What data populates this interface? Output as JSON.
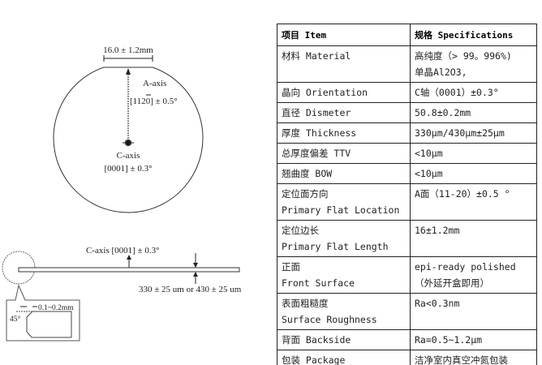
{
  "diagram": {
    "flat_length_label": "16.0 ± 1.2mm",
    "a_axis_label": "A-axis",
    "a_axis_index": "[1120] ± 0.5°",
    "c_axis_label": "C-axis",
    "c_axis_index": "[0001] ±  0.3°",
    "side_c_axis": "C-axis [0001] ±  0.3°",
    "thickness_label": "330 ± 25 um  or  430 ± 25 um",
    "edge_chamfer": "0.1~0.2mm",
    "chamfer_angle": "45°"
  },
  "table": {
    "headers": [
      "项目 Item",
      "规格 Specifications"
    ],
    "rows": [
      {
        "item": [
          "材料 Material"
        ],
        "spec": [
          "高纯度（> 99。996%)",
          "单晶Al2O3,"
        ]
      },
      {
        "item": [
          "晶向 Orientation"
        ],
        "spec": [
          "C轴（0001）±0.3°"
        ]
      },
      {
        "item": [
          "直径 Dismeter"
        ],
        "spec": [
          "50.8±0.2mm"
        ]
      },
      {
        "item": [
          "厚度 Thickness"
        ],
        "spec": [
          "330μm/430μm±25μm"
        ]
      },
      {
        "item": [
          "总厚度偏差 TTV"
        ],
        "spec": [
          "<10μm"
        ]
      },
      {
        "item": [
          "翘曲度     BOW"
        ],
        "spec": [
          "<10μm"
        ]
      },
      {
        "item": [
          "定位面方向",
          "Primary Flat Location"
        ],
        "spec": [
          "A面（11-20）±0.5 °"
        ]
      },
      {
        "item": [
          "定位边长",
          "Primary Flat Length"
        ],
        "spec": [
          "16±1.2mm"
        ]
      },
      {
        "item": [
          "正面",
          "Front Surface"
        ],
        "spec": [
          "epi-ready polished",
          "（外延开盒即用）"
        ]
      },
      {
        "item": [
          "表面粗糙度",
          "Surface Roughness"
        ],
        "spec": [
          "Ra<0.3nm"
        ]
      },
      {
        "item": [
          "背面    Backside"
        ],
        "spec": [
          "Ra=0.5~1.2μm"
        ]
      },
      {
        "item": [
          "包装    Package"
        ],
        "spec": [
          "洁净室内真空冲氮包装"
        ]
      }
    ]
  }
}
